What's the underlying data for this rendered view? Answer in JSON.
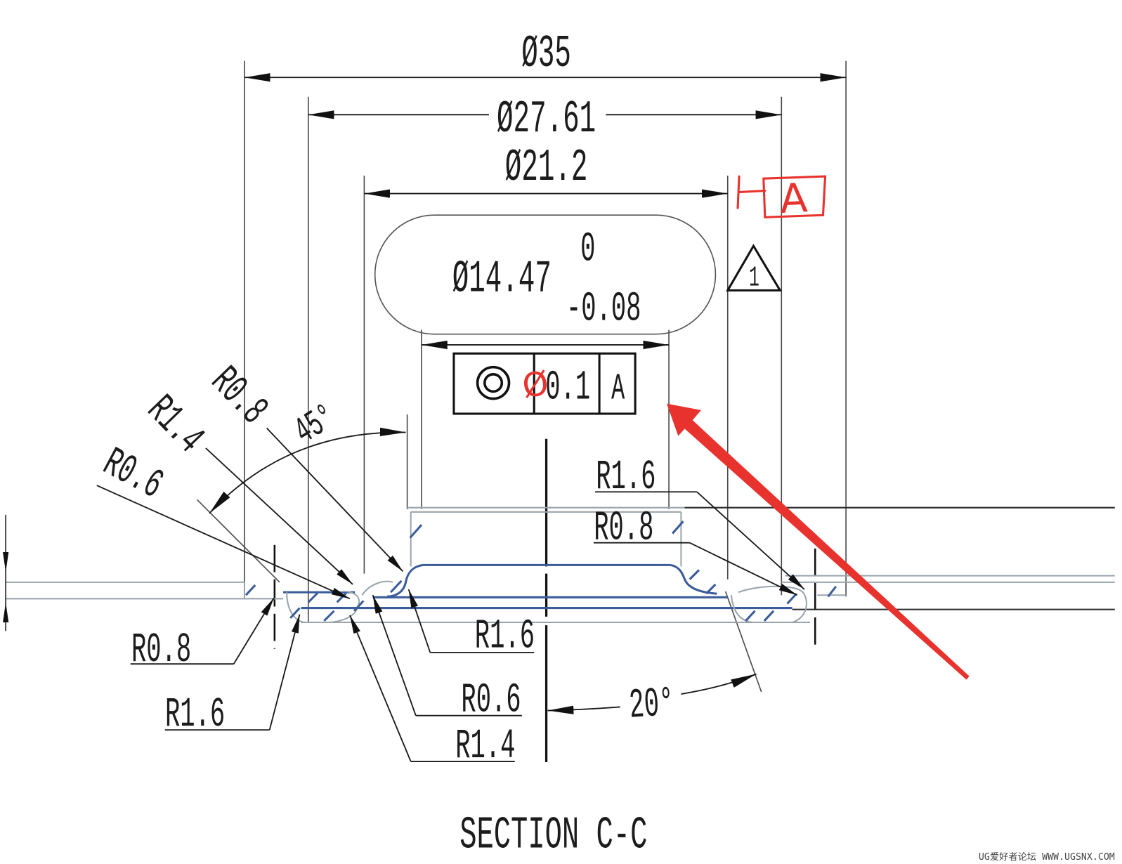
{
  "drawing": {
    "dimensions": {
      "outer_diameter": "Ø35",
      "bead_diameter": "Ø27.61",
      "step_diameter": "Ø21.2",
      "inner_diameter": "Ø14.47",
      "inner_diameter_upper_tolerance": "0",
      "inner_diameter_lower_tolerance": "-0.08",
      "wall_angle": "45°",
      "bead_angle": "20°"
    },
    "radius_callouts": {
      "upper_left_a": "R0.8",
      "upper_left_b": "R1.4",
      "upper_left_c": "R0.6",
      "right_a": "R1.6",
      "right_b": "R0.8",
      "lower_left_a": "R0.8",
      "lower_left_b": "R1.6",
      "lower_mid_a": "R1.6",
      "lower_mid_b": "R0.6",
      "lower_mid_c": "R1.4"
    },
    "revision_marker": "1",
    "feature_control_frame": {
      "symbol_icon": "concentricity-icon",
      "tolerance": "0.1",
      "datum": "A"
    },
    "markup": {
      "diameter_mark": "Ø",
      "datum_label": "A",
      "arrow_icon": "red-arrow-icon"
    },
    "section_label": "SECTION C-C",
    "watermark": "UG爱好者论坛 WWW.UGSNX.COM"
  },
  "colors": {
    "line": "#333333",
    "profile": "#3b5c9a",
    "markup": "#e8322d"
  }
}
